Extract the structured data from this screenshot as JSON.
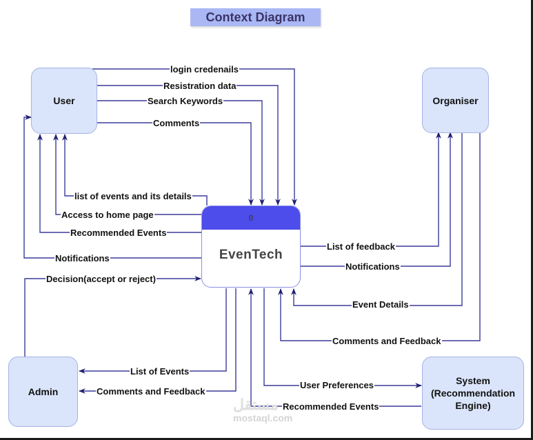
{
  "title": "Context Diagram",
  "process": {
    "number": "0",
    "name": "EvenTech"
  },
  "entities": {
    "user": "User",
    "organiser": "Organiser",
    "admin": "Admin",
    "system": "System (Recommendation Engine)"
  },
  "flows": {
    "user_to_process": [
      "login credenails",
      "Resistration data",
      "Search Keywords",
      "Comments"
    ],
    "process_to_user": [
      "list of events and its details",
      "Access to home page",
      "Recommended Events",
      "Notifications"
    ],
    "admin_to_process": [
      "Decision(accept or reject)"
    ],
    "process_to_admin": [
      "List of Events",
      "Comments and Feedback"
    ],
    "process_to_organiser": [
      "List of feedback",
      "Notifications"
    ],
    "organiser_to_process": [
      "Event Details",
      "Comments and Feedback"
    ],
    "process_to_system": [
      "User Preferences"
    ],
    "system_to_process": [
      "Recommended Events"
    ]
  },
  "colors": {
    "entity_fill": "#dae4fa",
    "process_header": "#4d4deb",
    "title_fill": "#a9b8f5",
    "wire": "#3a3a9a"
  },
  "watermark": {
    "logo": "مستقل",
    "text": "mostaql.com"
  }
}
